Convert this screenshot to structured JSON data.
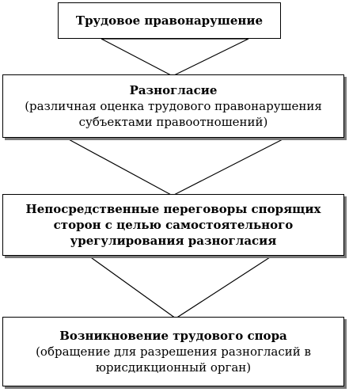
{
  "boxes": [
    {
      "title": "Трудовое правонарушение",
      "lines": []
    },
    {
      "title": "Разногласие",
      "lines": [
        "(различная оценка трудового правонарушения",
        "субъектами правоотношений)"
      ]
    },
    {
      "title_lines": [
        "Непосредственные переговоры спорящих",
        "сторон с целью самостоятельного",
        "урегулирования разногласия"
      ]
    },
    {
      "title": "Возникновение трудового спора",
      "lines": [
        "(обращение для разрешения разногласий в",
        "юрисдикционный орган)"
      ]
    }
  ]
}
